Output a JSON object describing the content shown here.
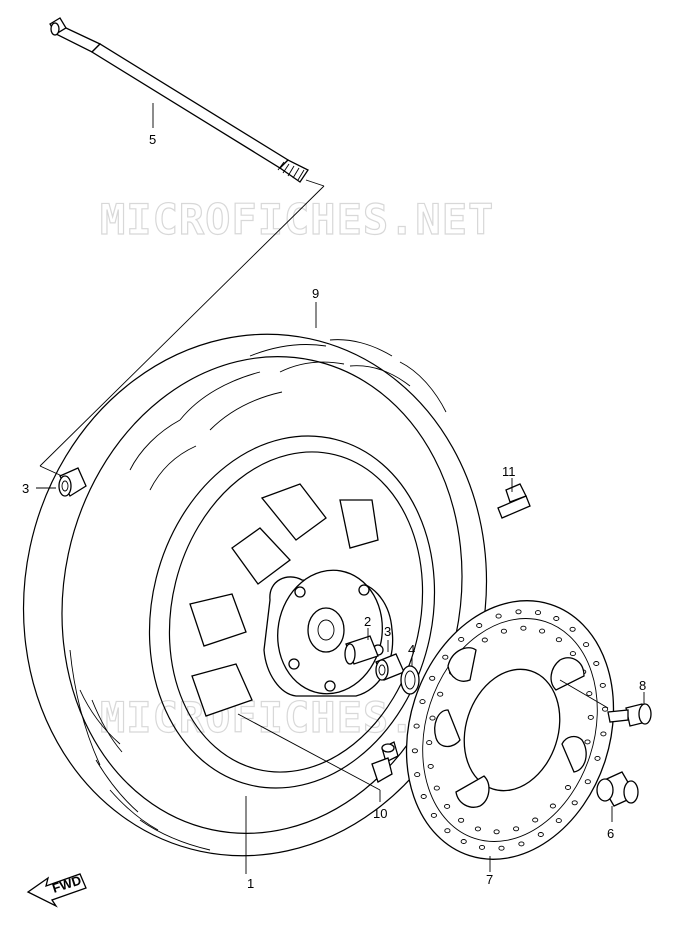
{
  "watermark": "MICROFICHES.NET",
  "fwd_label": "FWD",
  "callouts": [
    {
      "id": "c1",
      "text": "1"
    },
    {
      "id": "c2",
      "text": "2"
    },
    {
      "id": "c3a",
      "text": "3"
    },
    {
      "id": "c3b",
      "text": "3"
    },
    {
      "id": "c4",
      "text": "4"
    },
    {
      "id": "c5",
      "text": "5"
    },
    {
      "id": "c6",
      "text": "6"
    },
    {
      "id": "c7",
      "text": "7"
    },
    {
      "id": "c8",
      "text": "8"
    },
    {
      "id": "c9",
      "text": "9"
    },
    {
      "id": "c10",
      "text": "10"
    },
    {
      "id": "c11",
      "text": "11"
    }
  ]
}
